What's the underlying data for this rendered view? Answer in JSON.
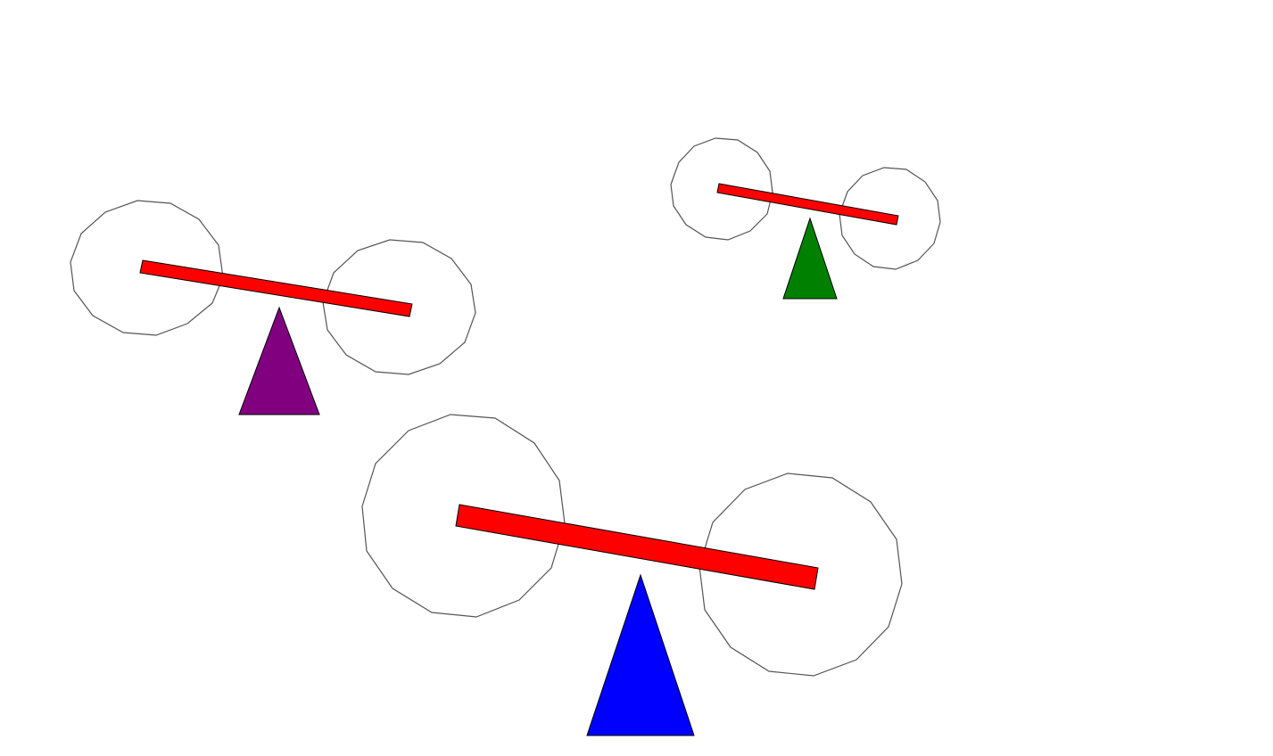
{
  "scene": {
    "background": "#ffffff",
    "seesaws": [
      {
        "id": "purple",
        "fulcrum_color": "#800080",
        "beam_color": "#ff0000"
      },
      {
        "id": "green",
        "fulcrum_color": "#008000",
        "beam_color": "#ff0000"
      },
      {
        "id": "blue",
        "fulcrum_color": "#0000ff",
        "beam_color": "#ff0000"
      }
    ],
    "weight_outline_color": "#555555"
  }
}
